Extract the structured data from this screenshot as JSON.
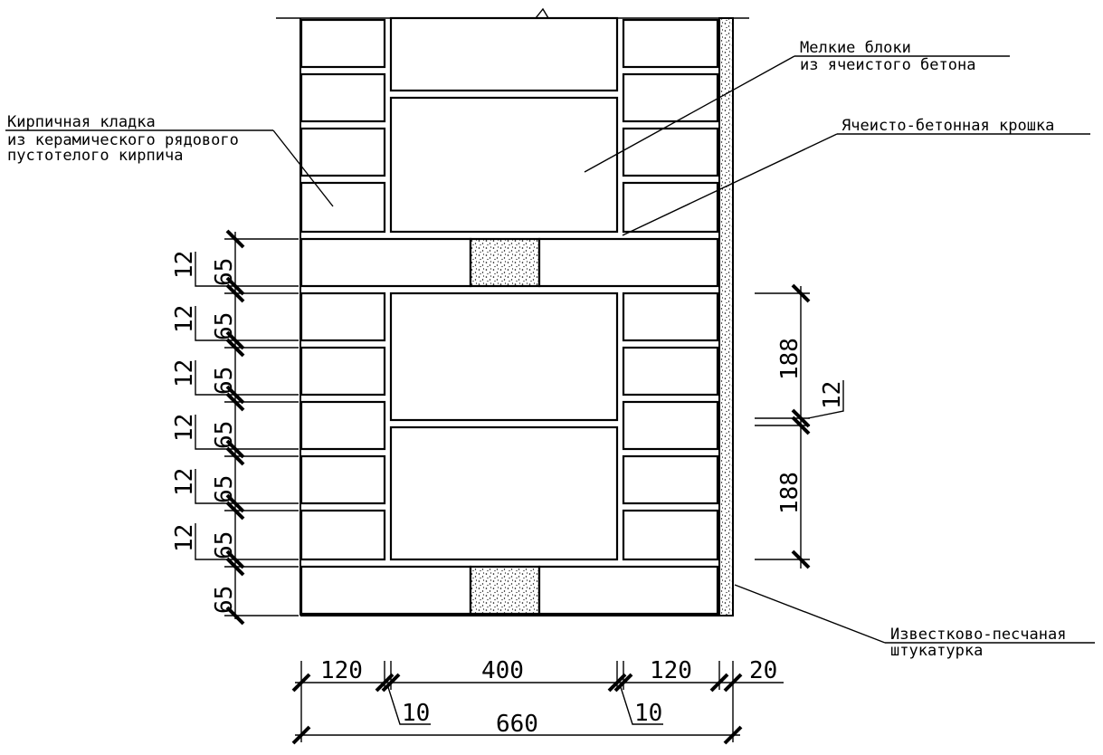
{
  "labels": {
    "brick_line1": "Кирпичная кладка",
    "brick_line2": "из керамического рядового",
    "brick_line3": "пустотелого кирпича",
    "blocks_line1": "Мелкие блоки",
    "blocks_line2": "из ячеистого бетона",
    "crumb": "Ячеисто-бетонная крошка",
    "plaster_line1": "Известково-песчаная",
    "plaster_line2": "штукатурка"
  },
  "dims": {
    "joint": "12",
    "course": "65",
    "block_height": "188",
    "block_joint": "12",
    "w_brick": "120",
    "w_block": "400",
    "w_brick2": "120",
    "w_plaster": "20",
    "gap": "10",
    "total": "660"
  },
  "colors": {
    "line": "#000000",
    "background": "#ffffff"
  }
}
